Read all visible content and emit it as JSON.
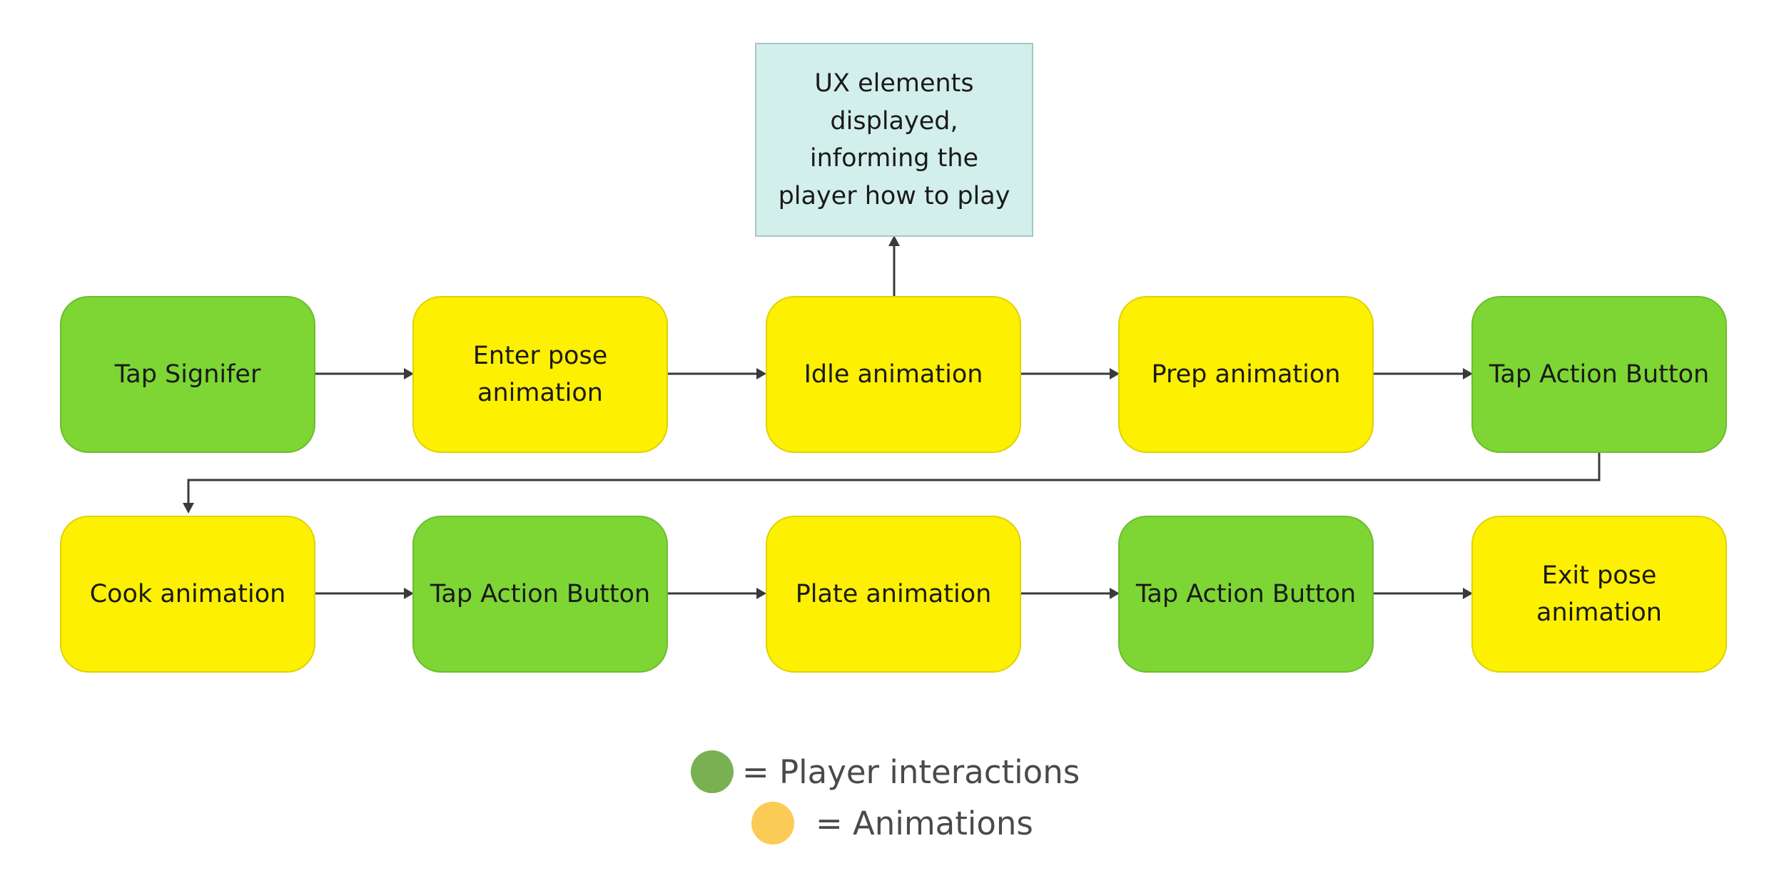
{
  "info_box": {
    "text": "UX elements displayed, informing the player how to play"
  },
  "nodes": {
    "tap_signifier": "Tap Signifer",
    "enter_pose": "Enter pose animation",
    "idle": "Idle animation",
    "prep": "Prep animation",
    "tap_action_1": "Tap Action Button",
    "cook": "Cook animation",
    "tap_action_2": "Tap Action Button",
    "plate": "Plate animation",
    "tap_action_3": "Tap Action Button",
    "exit_pose": "Exit pose animation"
  },
  "legend": {
    "player_label": "= Player interactions",
    "anim_label": "= Animations",
    "player_color": "#79b152",
    "anim_color": "#fccb55"
  },
  "colors": {
    "player_node": "#7dd634",
    "animation_node": "#fdf000",
    "info_box": "#d3efec",
    "connector": "#3a3a3a"
  }
}
